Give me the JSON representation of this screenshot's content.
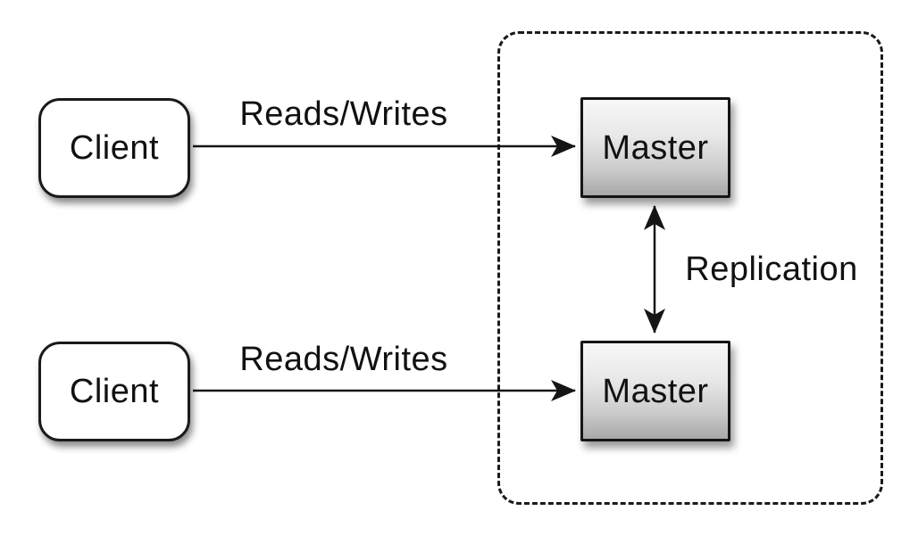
{
  "diagram": {
    "type": "architecture-diagram",
    "background": "#ffffff",
    "stroke_color": "#151515",
    "nodes": {
      "client_top": {
        "label": "Client",
        "shape": "rounded-rect",
        "fill": "#ffffff"
      },
      "client_bottom": {
        "label": "Client",
        "shape": "rounded-rect",
        "fill": "#ffffff"
      },
      "master_top": {
        "label": "Master",
        "shape": "rect",
        "fill_top": "#f7f7f7",
        "fill_bottom": "#a8a8a8"
      },
      "master_bottom": {
        "label": "Master",
        "shape": "rect",
        "fill_top": "#f7f7f7",
        "fill_bottom": "#a8a8a8"
      }
    },
    "group": {
      "name": "replication-boundary",
      "style": "dashed-rounded-rect",
      "contains": [
        "master_top",
        "master_bottom"
      ]
    },
    "edges": [
      {
        "id": "reads_writes_top",
        "label": "Reads/Writes",
        "from": "client_top",
        "to": "master_top",
        "arrow": "single"
      },
      {
        "id": "reads_writes_bottom",
        "label": "Reads/Writes",
        "from": "client_bottom",
        "to": "master_bottom",
        "arrow": "single"
      },
      {
        "id": "replication",
        "label": "Replication",
        "from": "master_top",
        "to": "master_bottom",
        "arrow": "double"
      }
    ]
  }
}
